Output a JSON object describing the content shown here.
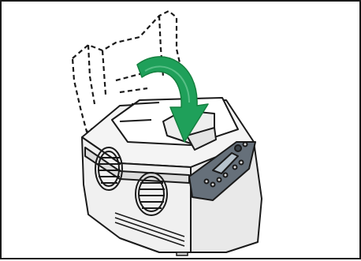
{
  "illustration": {
    "subject": "laser-printer",
    "action": "close-top-cover",
    "colors": {
      "line": "#1a1a1a",
      "arrow": "#1fa05a",
      "arrow_dark": "#15803f",
      "printer_body": "#f2f2f2",
      "printer_shade": "#d9d9d9",
      "panel": "#5f6870",
      "screen": "#b7c3cc"
    },
    "icons": [
      "green-curved-arrow-icon",
      "dashed-open-cover-outline"
    ]
  }
}
